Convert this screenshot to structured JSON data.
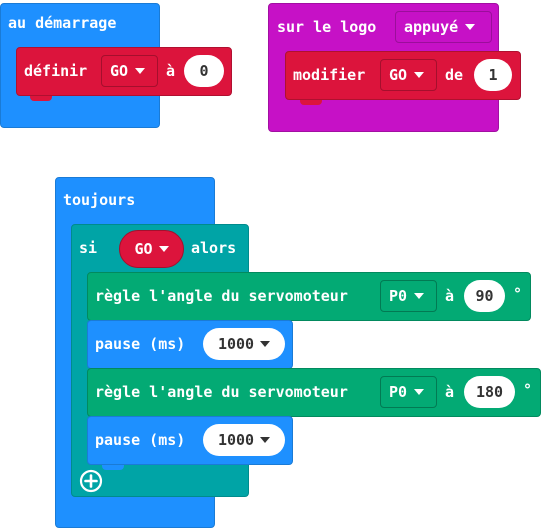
{
  "colors": {
    "basic": "#1e90ff",
    "variables": "#dc143c",
    "input": "#c611c6",
    "servo": "#03aa74",
    "logic": "#00a4a6"
  },
  "start_block": {
    "title": "au démarrage",
    "set_label": "définir",
    "set_var": "GO",
    "set_to": "à",
    "set_value": "0"
  },
  "logo_block": {
    "title": "sur le logo",
    "event": "appuyé",
    "change_label": "modifier",
    "change_var": "GO",
    "change_by": "de",
    "change_value": "1"
  },
  "forever_block": {
    "title": "toujours",
    "if_label": "si",
    "if_condition": "GO",
    "if_then": "alors",
    "servo1": {
      "label": "règle l'angle du servomoteur",
      "pin": "P0",
      "to": "à",
      "angle": "90",
      "unit": "°"
    },
    "pause1": {
      "label": "pause (ms)",
      "value": "1000"
    },
    "servo2": {
      "label": "règle l'angle du servomoteur",
      "pin": "P0",
      "to": "à",
      "angle": "180",
      "unit": "°"
    },
    "pause2": {
      "label": "pause (ms)",
      "value": "1000"
    },
    "add_icon": "plus-circle-icon"
  }
}
